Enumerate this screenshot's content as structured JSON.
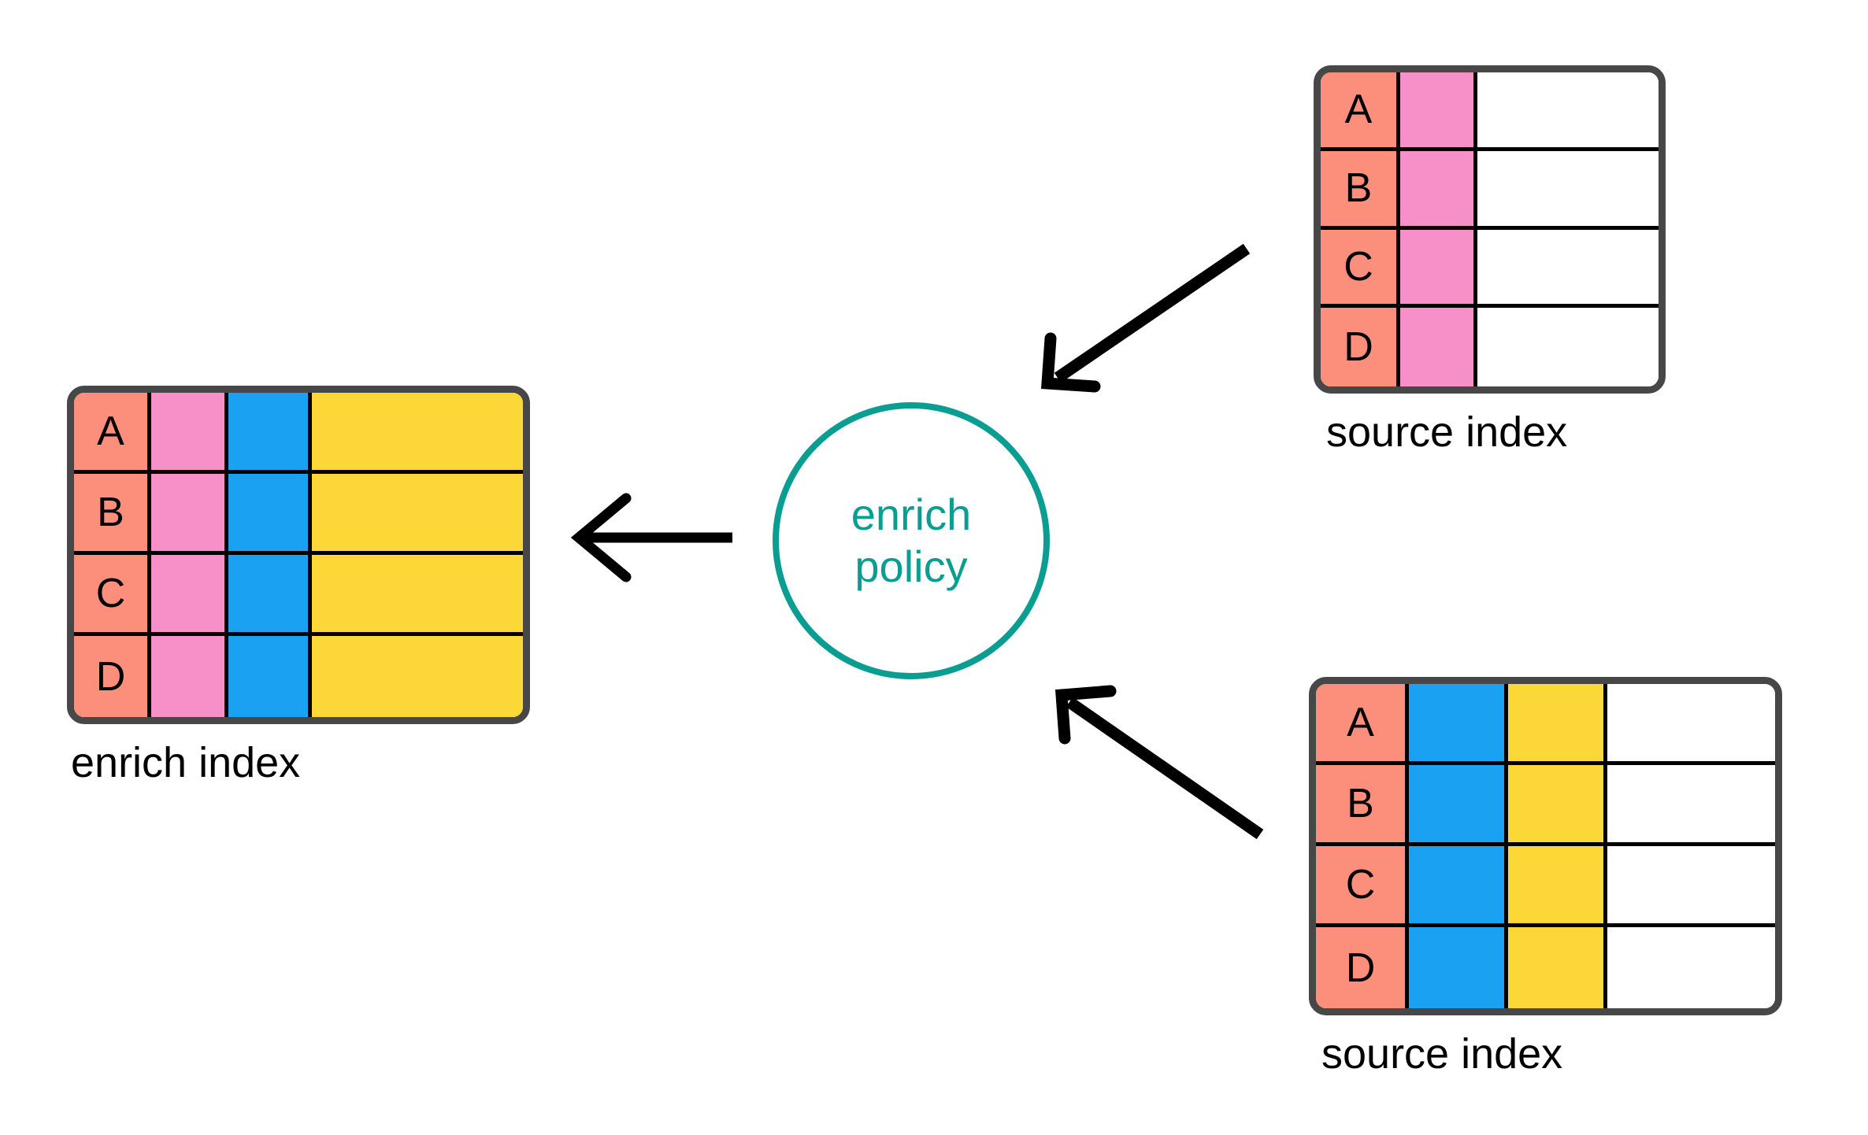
{
  "diagram": {
    "title_concept": "enrich policy data flow",
    "background_color": "#ffffff",
    "palette": {
      "key_orange": "#FB8F7B",
      "pink": "#F790C8",
      "blue": "#1BA1F2",
      "yellow": "#FBD738",
      "blank_white": "#FFFFFF",
      "table_border": "#474747",
      "cell_border": "#000000",
      "teal_accent": "#0A9E92",
      "arrow_black": "#000000"
    }
  },
  "enrich_index": {
    "caption": "enrich index",
    "columns": [
      "key",
      "pink",
      "blue",
      "yellow"
    ],
    "rows": [
      {
        "key": "A",
        "cells": [
          "A",
          "",
          "",
          ""
        ]
      },
      {
        "key": "B",
        "cells": [
          "B",
          "",
          "",
          ""
        ]
      },
      {
        "key": "C",
        "cells": [
          "C",
          "",
          "",
          ""
        ]
      },
      {
        "key": "D",
        "cells": [
          "D",
          "",
          "",
          ""
        ]
      }
    ]
  },
  "enrich_policy": {
    "line1": "enrich",
    "line2": "policy"
  },
  "source_index_top": {
    "caption": "source index",
    "columns": [
      "key",
      "pink",
      "blank"
    ],
    "rows": [
      {
        "key": "A",
        "cells": [
          "A",
          "",
          ""
        ]
      },
      {
        "key": "B",
        "cells": [
          "B",
          "",
          ""
        ]
      },
      {
        "key": "C",
        "cells": [
          "C",
          "",
          ""
        ]
      },
      {
        "key": "D",
        "cells": [
          "D",
          "",
          ""
        ]
      }
    ]
  },
  "source_index_bottom": {
    "caption": "source index",
    "columns": [
      "key",
      "blue",
      "yellow",
      "blank"
    ],
    "rows": [
      {
        "key": "A",
        "cells": [
          "A",
          "",
          "",
          ""
        ]
      },
      {
        "key": "B",
        "cells": [
          "B",
          "",
          "",
          ""
        ]
      },
      {
        "key": "C",
        "cells": [
          "C",
          "",
          "",
          ""
        ]
      },
      {
        "key": "D",
        "cells": [
          "D",
          "",
          "",
          ""
        ]
      }
    ]
  },
  "arrows": [
    {
      "name": "policy-to-enrich-index",
      "direction": "left"
    },
    {
      "name": "source-top-to-policy",
      "direction": "down-left"
    },
    {
      "name": "source-bottom-to-policy",
      "direction": "up-left"
    }
  ]
}
